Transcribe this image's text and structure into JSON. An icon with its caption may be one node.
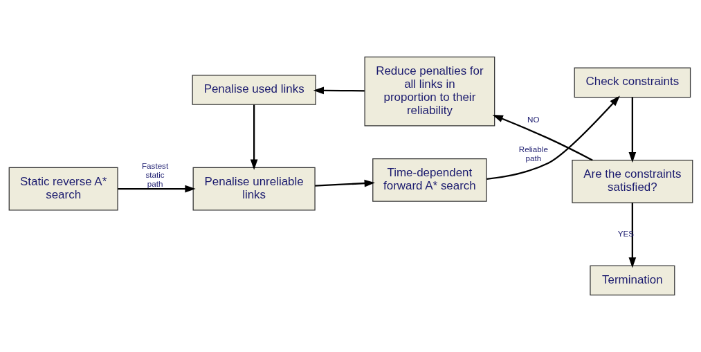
{
  "diagram": {
    "nodes": [
      {
        "text": [
          "Static reverse A* search"
        ]
      },
      {
        "text": [
          "Penalise unreliable links"
        ]
      },
      {
        "text": [
          "Time-dependent forward A* search"
        ]
      },
      {
        "text": [
          "Check constraints"
        ]
      },
      {
        "text": [
          "Penalise used links"
        ]
      },
      {
        "text": [
          "Reduce penalties for all links in proportion to their reliability"
        ]
      },
      {
        "text": [
          "Are the constraints satisfied?"
        ]
      },
      {
        "text": [
          "Termination"
        ]
      }
    ],
    "edges": [
      {
        "from": 0,
        "to": 1,
        "arrow": "to",
        "label": "Fastest static path"
      },
      {
        "from": 1,
        "to": 2,
        "arrow": "to"
      },
      {
        "from": 2,
        "to": 3,
        "arrow": "to",
        "label": "Reliable path"
      },
      {
        "from": 3,
        "to": 6,
        "arrow": "to"
      },
      {
        "from": 6,
        "to": 5,
        "arrow": "to",
        "label": "NO"
      },
      {
        "from": 5,
        "to": 4,
        "arrow": "to"
      },
      {
        "from": 4,
        "to": 1,
        "arrow": "to"
      },
      {
        "from": 6,
        "to": 7,
        "arrow": "to",
        "label": "YES"
      }
    ]
  }
}
